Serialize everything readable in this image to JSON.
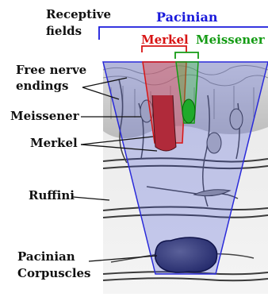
{
  "labels": {
    "receptive_fields": [
      "Receptive",
      "fields"
    ],
    "pacinian": "Pacinian",
    "merkel_field": "Merkel",
    "meissener_field": "Meissener",
    "free_nerve_endings": [
      "Free nerve",
      "endings"
    ],
    "meissener": "Meissener",
    "merkel": "Merkel",
    "ruffini": "Ruffini",
    "pacinian_corpuscles": [
      "Pacinian",
      "Corpuscles"
    ]
  },
  "colors": {
    "pacinian": "#1a1adb",
    "merkel": "#d81414",
    "meissener": "#149b14"
  }
}
